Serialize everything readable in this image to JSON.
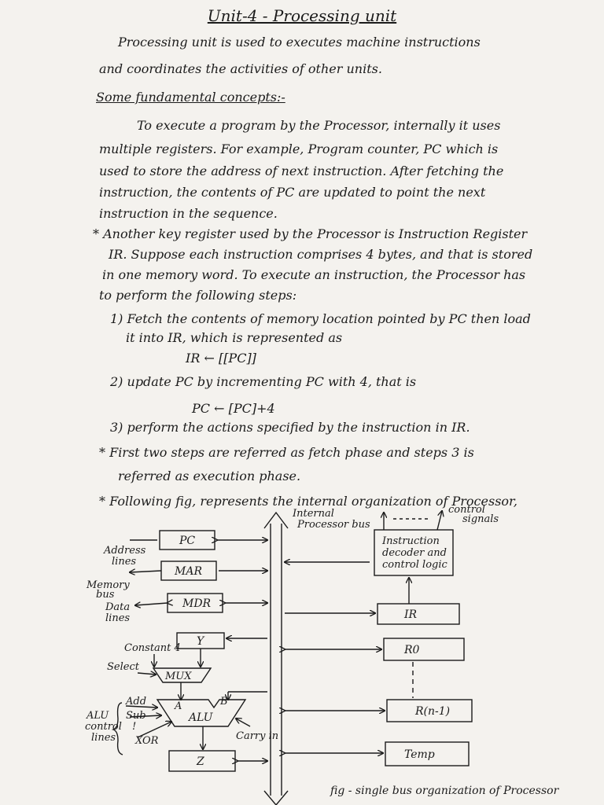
{
  "title": "Unit-4 - Processing unit",
  "paragraphs": {
    "intro1": "Processing unit is used to executes machine instructions",
    "intro2": "and coordinates the activities of other units.",
    "heading": "Some fundamental concepts:-",
    "p1": "To execute a program by the Processor, internally it uses",
    "p2": "multiple registers. For example, Program counter, PC which is",
    "p3": "used to store the address of next instruction. After fetching the",
    "p4": "instruction, the contents of PC are updated to point the next",
    "p5": "instruction in the sequence.",
    "b1": "* Another key register used by the Processor is Instruction Register",
    "b2": "IR. Suppose each instruction comprises 4 bytes, and that is stored",
    "b3": "in one memory word. To execute an instruction, the Processor has",
    "b4": "to perform the following steps:",
    "s1a": "1) Fetch the contents of memory location pointed by PC then load",
    "s1b": "it into IR, which is represented as",
    "eq1": "IR ← [[PC]]",
    "s2": "2) update PC by incrementing PC with 4, that is",
    "eq2": "PC ← [PC]+4",
    "s3": "3) perform the actions specified by the instruction in IR.",
    "b5": "* First two steps are referred as fetch phase and steps 3 is",
    "b6": "referred as execution phase.",
    "b7": "* Following fig, represents the internal organization of Processor,"
  },
  "diagram": {
    "bus_label_1": "Internal",
    "bus_label_2": "Processor bus",
    "control_label_1": "control",
    "control_label_2": "signals",
    "registers": {
      "pc": "PC",
      "mar": "MAR",
      "mdr": "MDR",
      "y": "Y",
      "z": "Z",
      "ir": "IR",
      "r0": "R0",
      "rn": "R(n-1)",
      "temp": "Temp"
    },
    "decoder": [
      "Instruction",
      "decoder and",
      "control logic"
    ],
    "address_lines": [
      "Address",
      "lines"
    ],
    "memory_bus": [
      "Memory",
      "bus"
    ],
    "data_lines": [
      "Data",
      "lines"
    ],
    "constant": "Constant 4",
    "select": "Select",
    "mux": "MUX",
    "alu": "ALU",
    "alu_a": "A",
    "alu_b": "B",
    "carry_in": "Carry in",
    "alu_ops": [
      "Add",
      "Sub",
      "!",
      "XOR"
    ],
    "alu_control": [
      "ALU",
      "control",
      "lines"
    ],
    "caption": "fig - single bus organization of Processor"
  }
}
